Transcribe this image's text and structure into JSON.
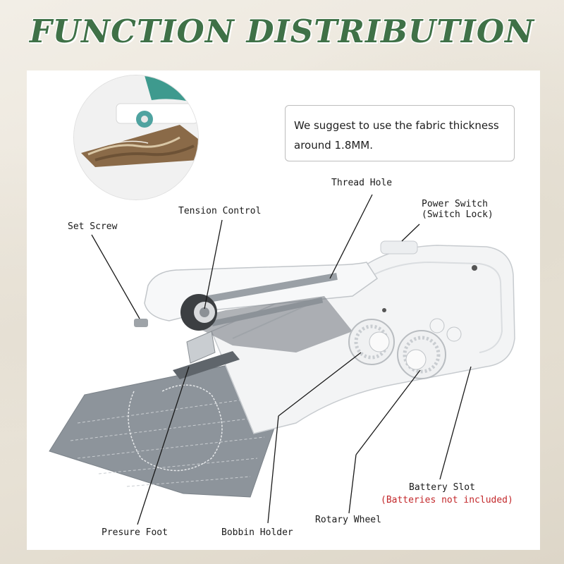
{
  "title": "FUNCTION DISTRIBUTION",
  "callout": {
    "line1": "We suggest to use the fabric thickness",
    "line2": "around 1.8MM."
  },
  "labels": {
    "thread_hole": "Thread Hole",
    "power_switch_line1": "Power Switch",
    "power_switch_line2": "(Switch Lock)",
    "tension_control": "Tension Control",
    "set_screw": "Set Screw",
    "presure_foot": "Presure Foot",
    "bobbin_holder": "Bobbin Holder",
    "rotary_wheel": "Rotary Wheel",
    "battery_slot": "Battery Slot",
    "battery_note": "(Batteries not included)"
  },
  "colors": {
    "title_green": "#3f7147",
    "note_red": "#c3282b",
    "fabric_gray": "#8d949b",
    "machine_white": "#f3f4f5"
  }
}
